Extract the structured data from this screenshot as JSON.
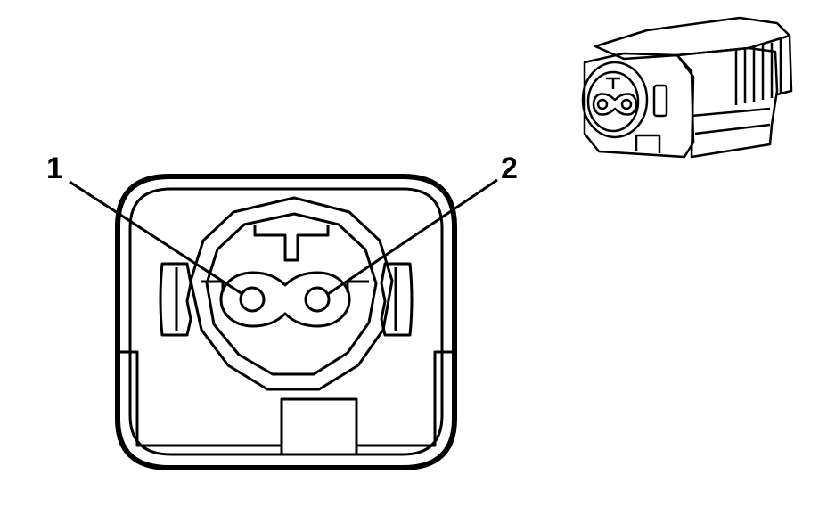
{
  "callouts": [
    {
      "id": "terminal-1",
      "label": "1"
    },
    {
      "id": "terminal-2",
      "label": "2"
    }
  ],
  "colors": {
    "line": "#000000",
    "background": "#ffffff"
  }
}
